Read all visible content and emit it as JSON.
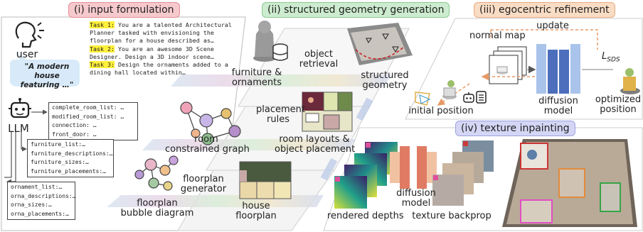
{
  "sections": {
    "input": "(i) input formulation",
    "geometry": "(ii) structured geometry generation",
    "refinement": "(iii) egocentric refinement",
    "texture": "(iv) texture inpainting"
  },
  "user": {
    "label": "user",
    "quote": "\"A modern house featuring …\""
  },
  "tasks": [
    {
      "tag": "Task 1:",
      "text": " You are a talented Architectural Planner tasked with envisioning the floorplan for a house described as…"
    },
    {
      "tag": "Task 2:",
      "text": " You are an awesome 3D Scene Designer. Design a 3D indoor scene…"
    },
    {
      "tag": "Task 3:",
      "text": " Design the ornaments added to a dining hall located within…"
    }
  ],
  "llm": {
    "label": "LLM"
  },
  "code_boxes": [
    [
      "complete_room_list: …",
      "modified_room_list: …",
      "connection: …",
      "front_door: …"
    ],
    [
      "furniture_list:…",
      "furniture_descriptions:…",
      "furniture_sizes:…",
      "furniture_placements:…"
    ],
    [
      "ornament_list:…",
      "orna_descriptions:…",
      "orna_sizes:…",
      "orna_placements:…"
    ]
  ],
  "geometry_labels": {
    "furniture": "furniture &\nornaments",
    "retrieval": "object\nretrieval",
    "structured": "structured\ngeometry",
    "room_graph": "room\nconstrained graph",
    "placement": "placement\nrules",
    "layouts": "room layouts &\nobject placement",
    "bubble": "floorplan\nbubble diagram",
    "generator": "floorplan\ngenerator",
    "house": "house\nfloorplan"
  },
  "refinement_labels": {
    "normal_map": "normal map",
    "update": "update",
    "lsds_main": "L",
    "lsds_sub": "SDS",
    "diffusion": "diffusion\nmodel",
    "optimized": "optimized\nposition",
    "initial": "initial position"
  },
  "texture_labels": {
    "rendered": "rendered depths",
    "diffusion": "diffusion\nmodel",
    "backprop": "texture backprop"
  }
}
